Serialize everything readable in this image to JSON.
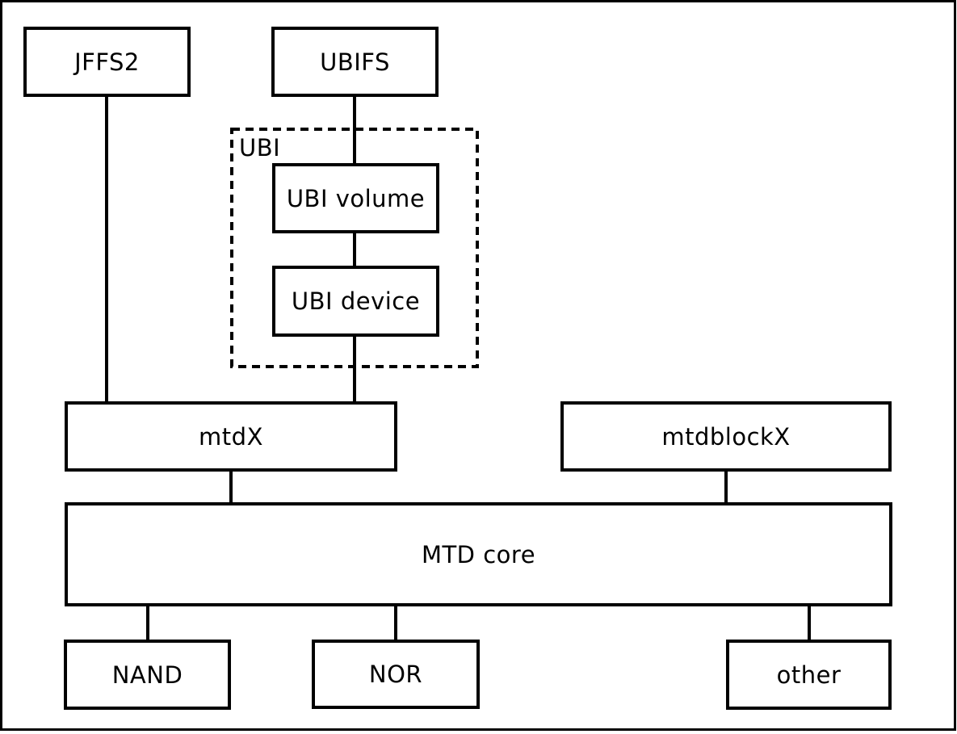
{
  "diagram": {
    "nodes": {
      "jffs2": {
        "label": "JFFS2"
      },
      "ubifs": {
        "label": "UBIFS"
      },
      "ubi_group": {
        "label": "UBI"
      },
      "ubi_volume": {
        "label": "UBI volume"
      },
      "ubi_device": {
        "label": "UBI device"
      },
      "mtdx": {
        "label": "mtdX"
      },
      "mtdblockx": {
        "label": "mtdblockX"
      },
      "mtd_core": {
        "label": "MTD core"
      },
      "nand": {
        "label": "NAND"
      },
      "nor": {
        "label": "NOR"
      },
      "other": {
        "label": "other"
      }
    },
    "edges": [
      {
        "from": "JFFS2",
        "to": "mtdX"
      },
      {
        "from": "UBIFS",
        "to": "UBI volume"
      },
      {
        "from": "UBI volume",
        "to": "UBI device"
      },
      {
        "from": "UBI device",
        "to": "mtdX"
      },
      {
        "from": "mtdX",
        "to": "MTD core"
      },
      {
        "from": "mtdblockX",
        "to": "MTD core"
      },
      {
        "from": "MTD core",
        "to": "NAND"
      },
      {
        "from": "MTD core",
        "to": "NOR"
      },
      {
        "from": "MTD core",
        "to": "other"
      }
    ],
    "colors": {
      "line": "#000000",
      "box_background": "#ffffff",
      "page_background": "#ffffff",
      "text": "#000000"
    }
  }
}
